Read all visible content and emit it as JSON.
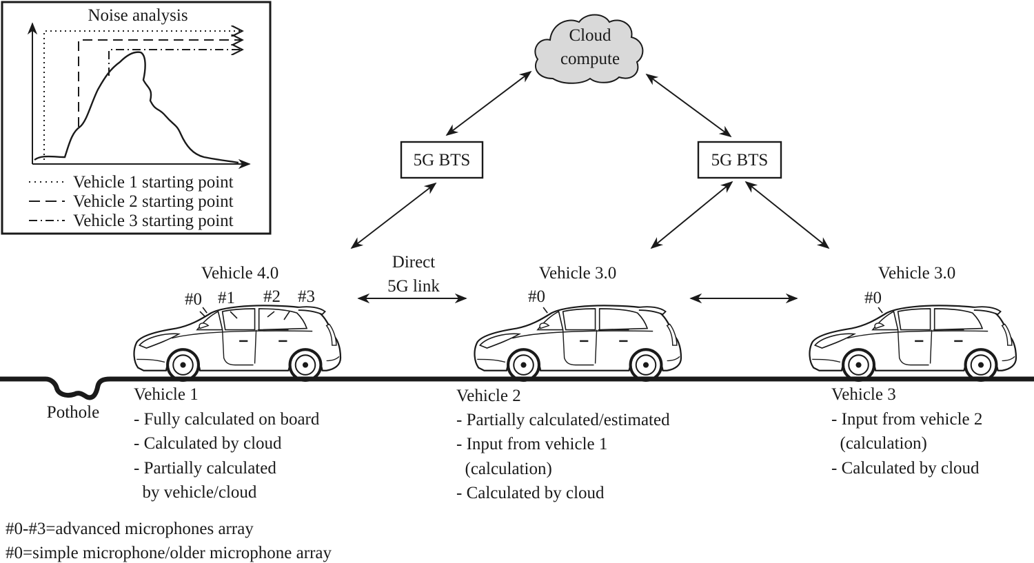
{
  "inset": {
    "title": "Noise analysis",
    "legend": [
      {
        "style": "dotted",
        "label": "Vehicle 1 starting point"
      },
      {
        "style": "dashed",
        "label": "Vehicle 2 starting point"
      },
      {
        "style": "dash-dot",
        "label": "Vehicle 3 starting point"
      }
    ]
  },
  "cloud": {
    "line1": "Cloud",
    "line2": "compute",
    "fill": "#d9d9d9"
  },
  "bts": {
    "left": "5G BTS",
    "right": "5G BTS"
  },
  "direct_link": {
    "line1": "Direct",
    "line2": "5G link"
  },
  "cars": [
    {
      "title": "Vehicle 4.0",
      "mics": [
        "#0",
        "#1",
        "#2",
        "#3"
      ]
    },
    {
      "title": "Vehicle 3.0",
      "mics": [
        "#0"
      ]
    },
    {
      "title": "Vehicle 3.0",
      "mics": [
        "#0"
      ]
    }
  ],
  "pothole": "Pothole",
  "descriptions": [
    {
      "heading": "Vehicle 1",
      "lines": [
        "- Fully calculated on board",
        "- Calculated by cloud",
        "- Partially calculated",
        "  by vehicle/cloud"
      ]
    },
    {
      "heading": "Vehicle 2",
      "lines": [
        "- Partially calculated/estimated",
        "- Input from vehicle 1",
        "  (calculation)",
        "- Calculated by cloud"
      ]
    },
    {
      "heading": "Vehicle 3",
      "lines": [
        "- Input from vehicle 2",
        "  (calculation)",
        "- Calculated by cloud"
      ]
    }
  ],
  "footnotes": [
    "#0-#3=advanced microphones array",
    "#0=simple microphone/older microphone array"
  ]
}
